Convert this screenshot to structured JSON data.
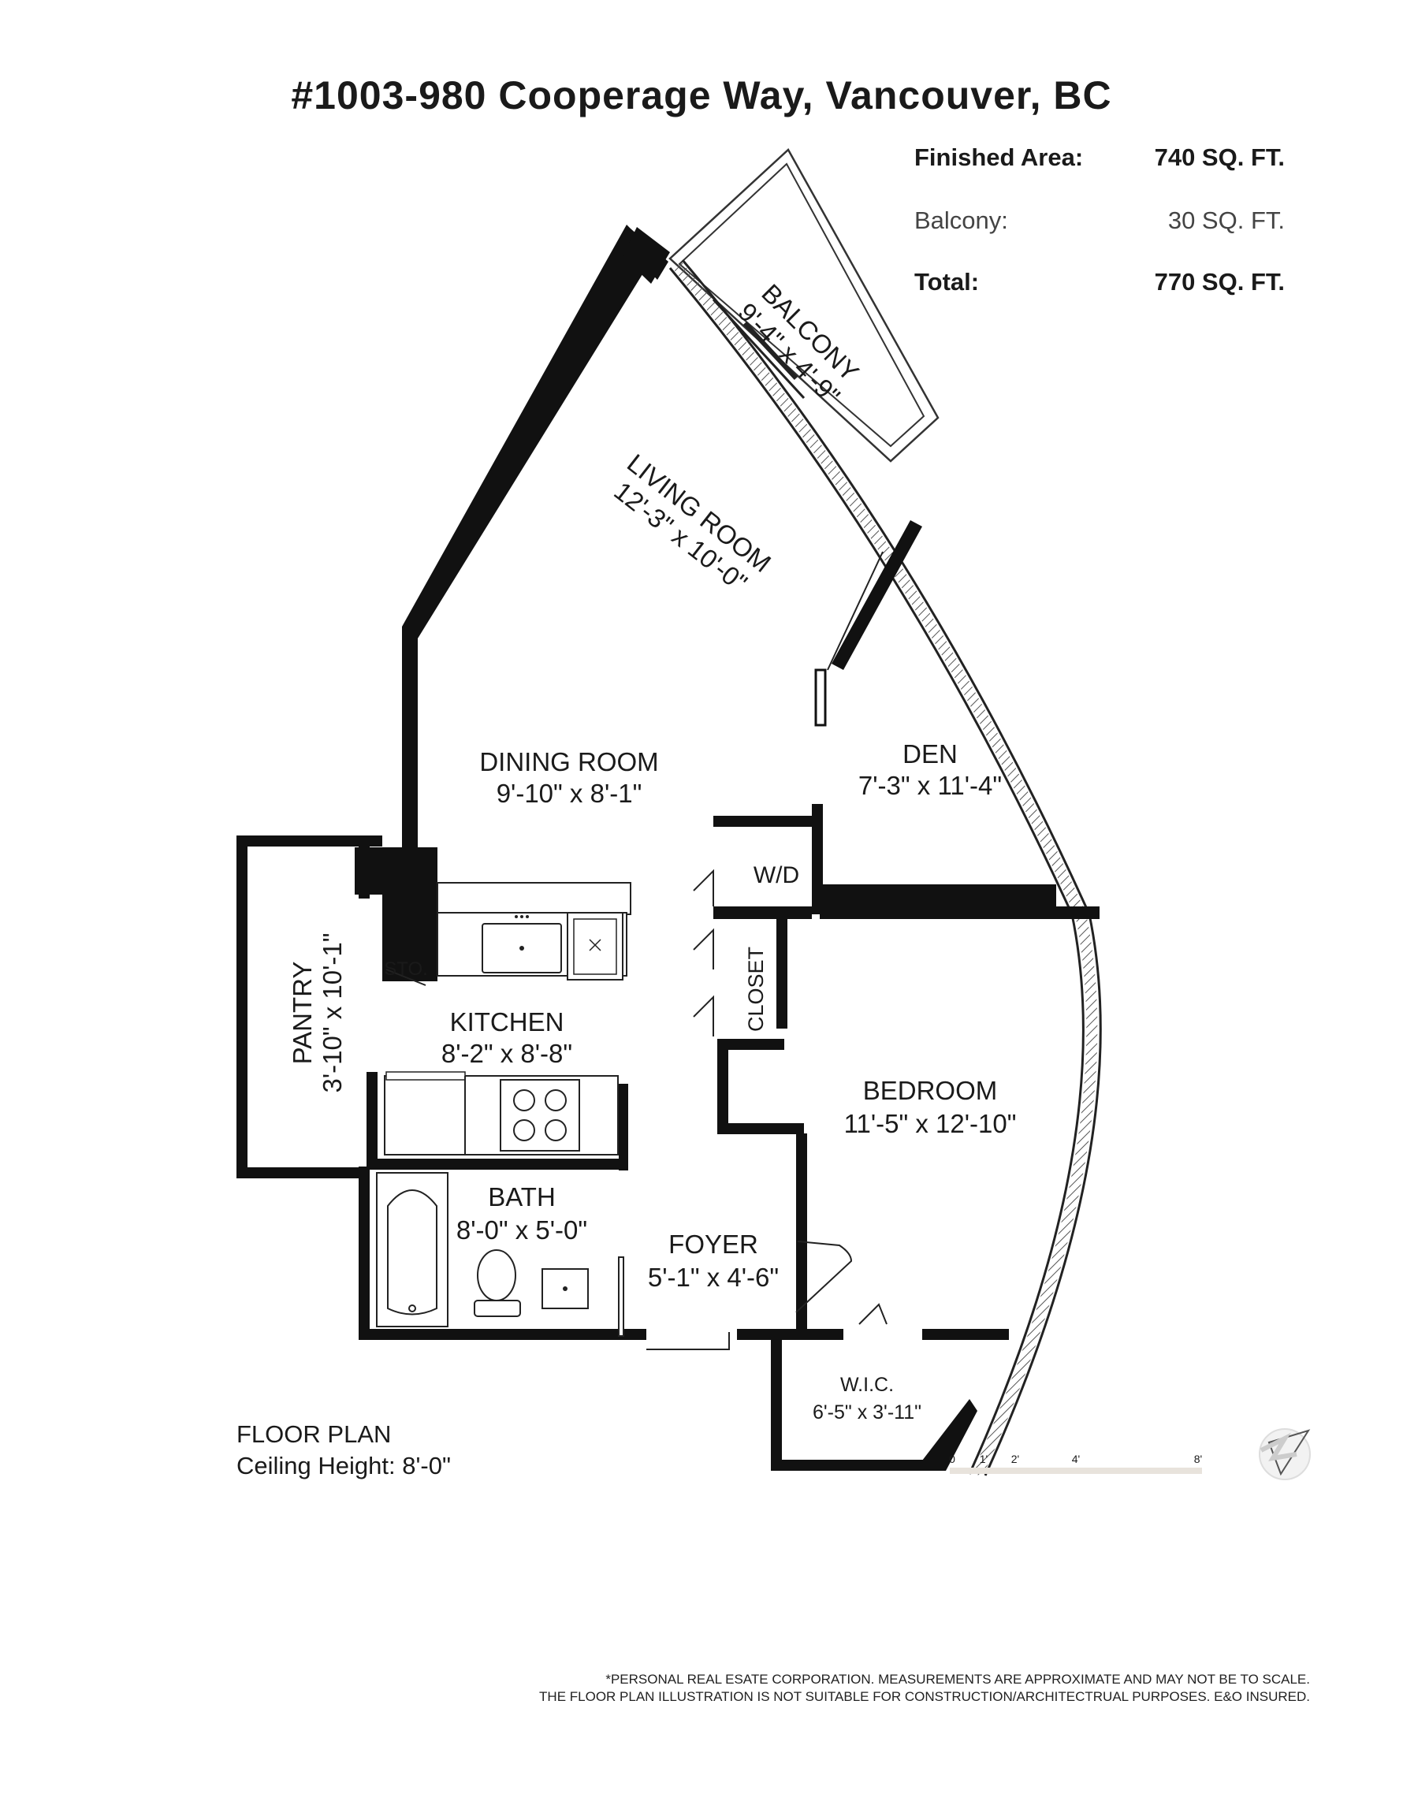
{
  "title": "#1003-980 Cooperage Way, Vancouver, BC",
  "areas": {
    "finished": {
      "label": "Finished Area:",
      "value": "740 SQ. FT."
    },
    "balcony": {
      "label": "Balcony:",
      "value": "30 SQ. FT."
    },
    "total": {
      "label": "Total:",
      "value": "770 SQ. FT."
    }
  },
  "rooms": {
    "balcony": {
      "name": "BALCONY",
      "dims": "9'-4\" x 4'-9\""
    },
    "living": {
      "name": "LIVING ROOM",
      "dims": "12'-3\" x 10'-0\""
    },
    "dining": {
      "name": "DINING ROOM",
      "dims": "9'-10\" x 8'-1\""
    },
    "den": {
      "name": "DEN",
      "dims": "7'-3\" x 11'-4\""
    },
    "wd": {
      "name": "W/D"
    },
    "closet": {
      "name": "CLOSET"
    },
    "sto": {
      "name": "STO."
    },
    "pantry": {
      "name": "PANTRY",
      "dims": "3'-10\" x 10'-1\""
    },
    "kitchen": {
      "name": "KITCHEN",
      "dims": "8'-2\" x 8'-8\""
    },
    "bedroom": {
      "name": "BEDROOM",
      "dims": "11'-5\"  x  12'-10\""
    },
    "bath": {
      "name": "BATH",
      "dims": "8'-0\" x 5'-0\""
    },
    "foyer": {
      "name": "FOYER",
      "dims": "5'-1\" x 4'-6\""
    },
    "wic": {
      "name": "W.I.C.",
      "dims": "6'-5\" x 3'-11\""
    }
  },
  "scale": {
    "ticks": [
      "0",
      "1'",
      "2'",
      "4'",
      "8'"
    ]
  },
  "floor_plan": {
    "label": "FLOOR PLAN",
    "ceiling": "Ceiling Height: 8'-0\""
  },
  "disclaimer": {
    "line1": "*PERSONAL REAL ESATE CORPORATION. MEASUREMENTS ARE APPROXIMATE AND MAY NOT BE TO SCALE.",
    "line2": "THE FLOOR PLAN ILLUSTRATION IS NOT SUITABLE FOR CONSTRUCTION/ARCHITECTRUAL PURPOSES. E&O INSURED."
  }
}
